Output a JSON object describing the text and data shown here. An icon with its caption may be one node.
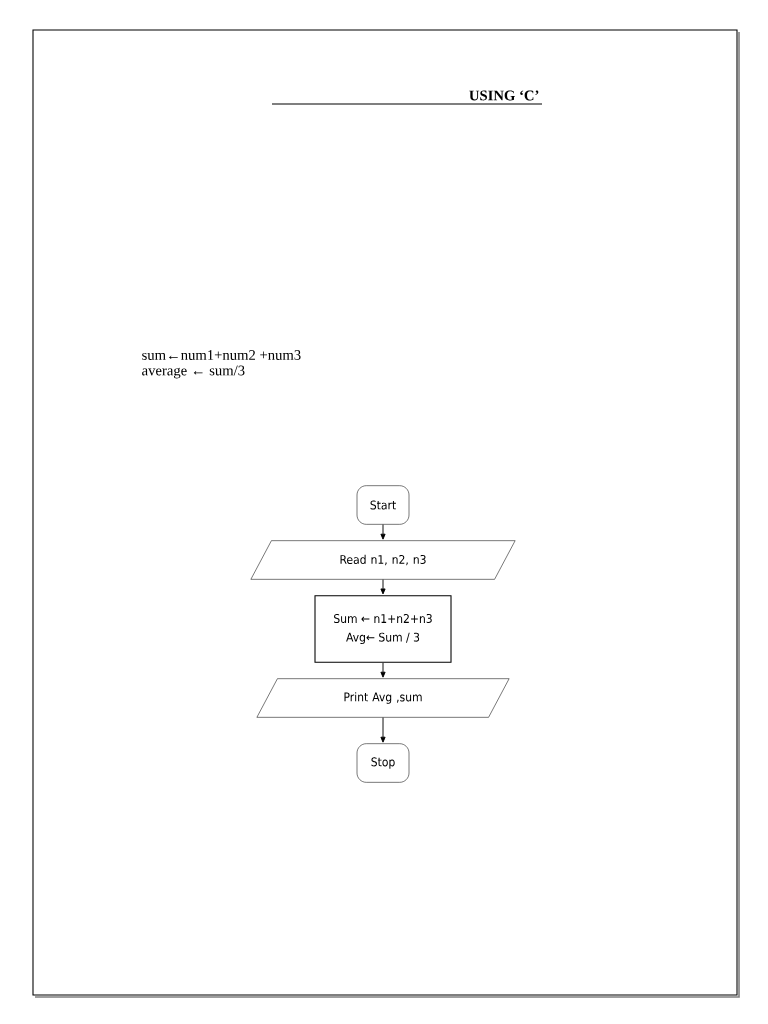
{
  "diagram": {
    "title": "USING ‘C’",
    "nodes": [
      {
        "text": [
          "Start"
        ]
      },
      {
        "text": [
          "Read n1, n2, n3"
        ]
      },
      {
        "text": [
          "Sum ← n1+n2+n3",
          "Avg← Sum / 3"
        ]
      },
      {
        "text": [
          "Print Avg ,sum"
        ]
      },
      {
        "text": [
          "Stop"
        ]
      }
    ],
    "edges": [
      {
        "from": 0,
        "to": 1,
        "arrow": "to"
      },
      {
        "from": 1,
        "to": 2,
        "arrow": "to"
      },
      {
        "from": 2,
        "to": 3,
        "arrow": "to"
      },
      {
        "from": 3,
        "to": 4,
        "arrow": "to"
      }
    ],
    "labels": [
      "sum←num1+num2 +num3",
      "average ← sum/3"
    ]
  }
}
